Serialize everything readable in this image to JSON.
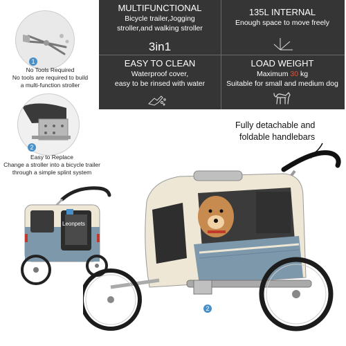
{
  "panel": {
    "multifunctional_title": "MULTIFUNCTIONAL",
    "multifunctional_line1": "Bicycle trailer,Jogging",
    "multifunctional_line2": "stroller,and walking stroller",
    "internal_title": "135L INTERNAL",
    "internal_line1": "Enough space to move freely",
    "three_in_one": "3in1",
    "clean_title": "EASY TO CLEAN",
    "clean_line1": "Waterproof cover,",
    "clean_line2": "easy to be rinsed with water",
    "load_title": "LOAD WEIGHT",
    "load_prefix": "Maximum ",
    "load_value": "30",
    "load_suffix": " kg",
    "load_line2": "Suitable for small and medium dog"
  },
  "callout1": {
    "number": "1",
    "title": "No Tools Required",
    "line1": "No tools are required to build",
    "line2": "a multi-function stroller"
  },
  "callout2": {
    "number": "2",
    "title": "Easy to Replace",
    "line1": "Change a stroller into a bicycle trailer",
    "line2": "through a simple splint system"
  },
  "handlebar": {
    "line1": "Fully detachable and",
    "line2": "foldable handlebars"
  },
  "badge2": "2",
  "brand_label": "Leonpets",
  "colors": {
    "panel_bg": "#353535",
    "accent_red": "#e1533b",
    "trailer_blue": "#7d97ab",
    "trailer_cream": "#eee7d6",
    "badge_blue": "#4a90c8"
  }
}
